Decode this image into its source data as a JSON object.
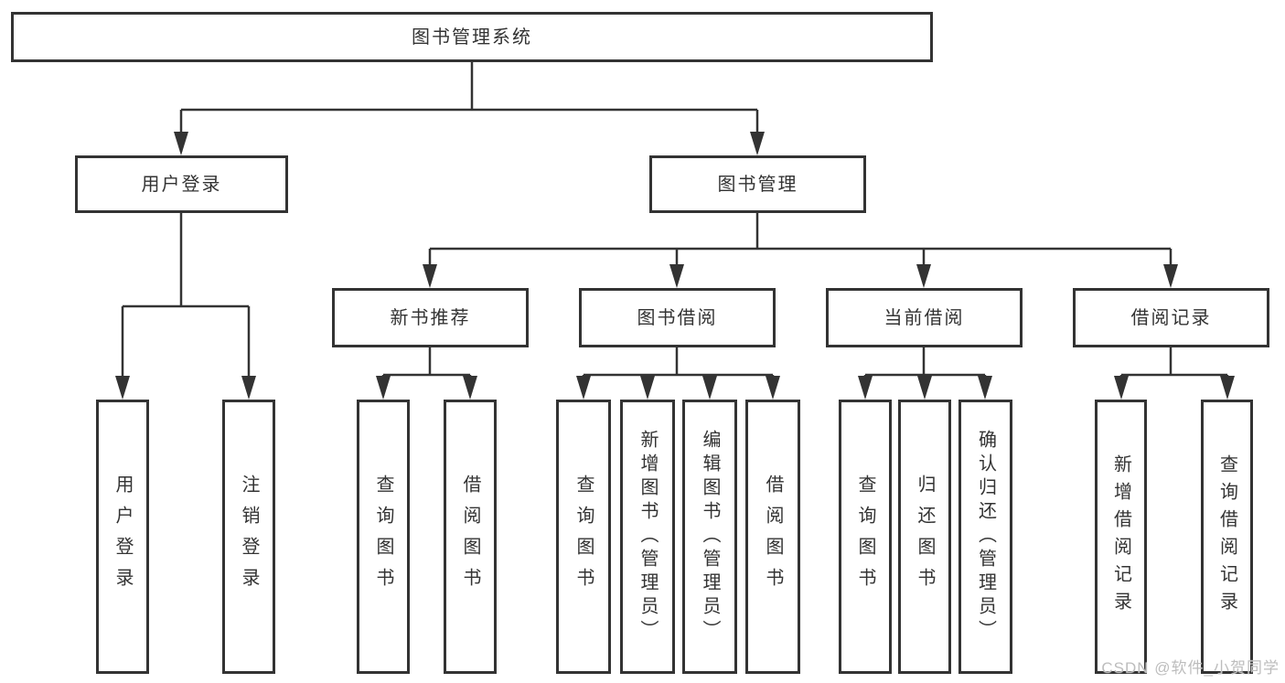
{
  "diagram": {
    "root": "图书管理系统",
    "level2": [
      "用户登录",
      "图书管理"
    ],
    "level3": [
      "新书推荐",
      "图书借阅",
      "当前借阅",
      "借阅记录"
    ],
    "leaves": [
      "用户登录",
      "注销登录",
      "查询图书",
      "借阅图书",
      "查询图书",
      "新增图书（管理员）",
      "编辑图书（管理员）",
      "借阅图书",
      "查询图书",
      "归还图书",
      "确认归还（管理员）",
      "新增借阅记录",
      "查询借阅记录"
    ]
  },
  "colors": {
    "line": "#333333",
    "box_border": "#333333",
    "text": "#333333",
    "watermark": "#bdbdbd"
  },
  "watermark": "CSDN @软件_小贺同学"
}
